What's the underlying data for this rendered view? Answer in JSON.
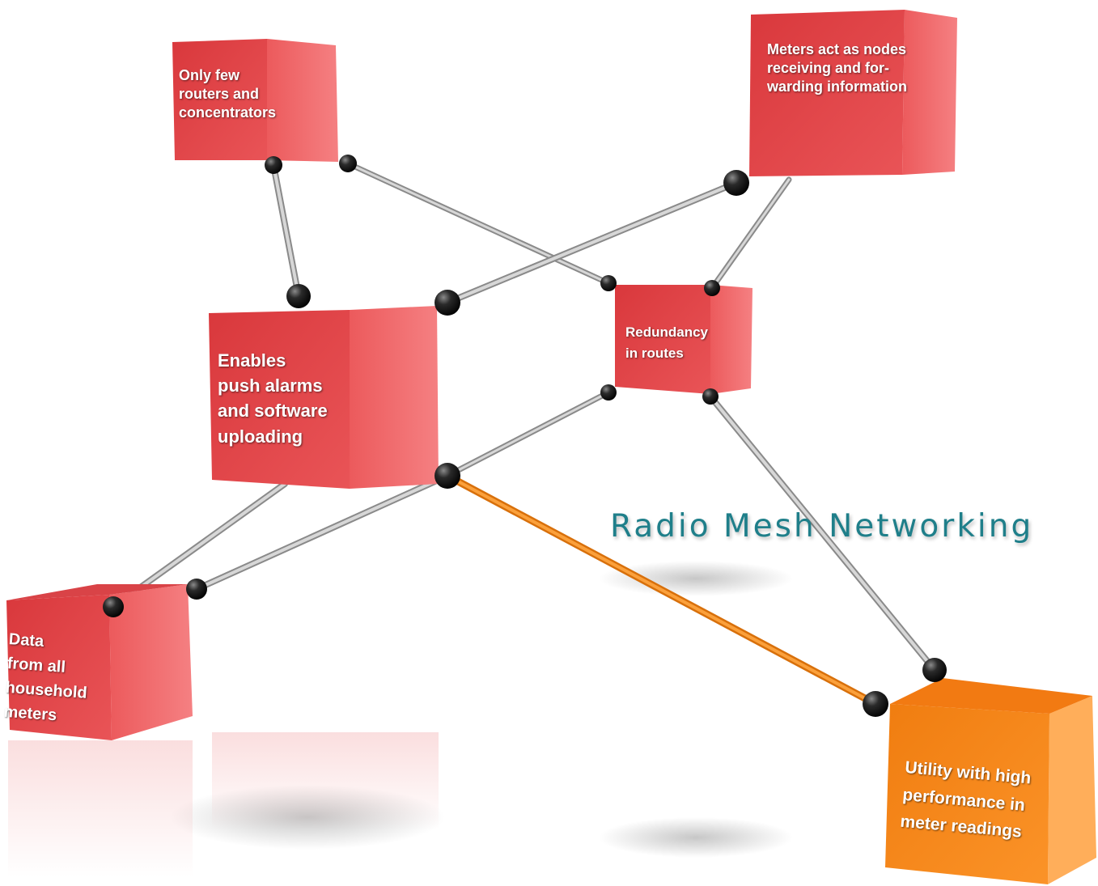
{
  "title": "Radio Mesh Networking",
  "nodes": {
    "routers": "Only few\nrouters and\nconcentrators",
    "meters_nodes": "Meters act as nodes\nreceiving and for-\nwarding information",
    "push": "Enables\npush alarms\nand software\nuploading",
    "redundancy": "Redundancy\nin routes",
    "data": "Data\nfrom all\nhousehold\nmeters",
    "utility": "Utility with high\nperformance in\nmeter readings"
  },
  "colors": {
    "cube_front": "#e5484a",
    "cube_side": "#ef6a6a",
    "cube_top": "#c93236",
    "utility_front": "#f98a1e",
    "utility_side": "#ffac55",
    "connector": "#b8b8b8",
    "highlight_connector": "#f7921e",
    "title": "#1f7f8a"
  }
}
